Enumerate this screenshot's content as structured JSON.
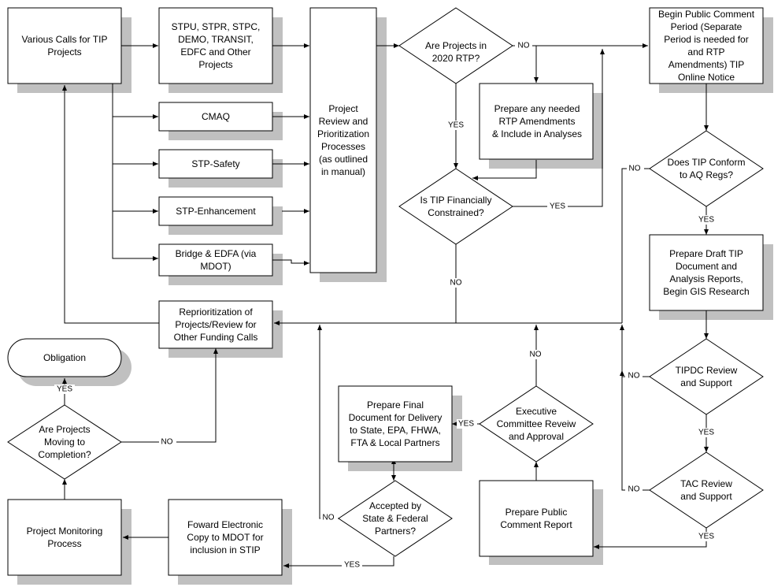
{
  "nodes": {
    "various_calls": {
      "lines": [
        "Various Calls for TIP",
        "Projects"
      ]
    },
    "stpu": {
      "lines": [
        "STPU, STPR, STPC,",
        "DEMO, TRANSIT,",
        "EDFC and Other",
        "Projects"
      ]
    },
    "cmaq": {
      "lines": [
        "CMAQ"
      ]
    },
    "stp_safety": {
      "lines": [
        "STP-Safety"
      ]
    },
    "stp_enhancement": {
      "lines": [
        "STP-Enhancement"
      ]
    },
    "bridge": {
      "lines": [
        "Bridge & EDFA (via",
        "MDOT)"
      ]
    },
    "project_review": {
      "lines": [
        "Project",
        "Review and",
        "Prioritization",
        "Processes",
        "(as outlined",
        "in manual)"
      ]
    },
    "rtp_decision": {
      "lines": [
        "Are Projects in",
        "2020 RTP?"
      ]
    },
    "rtp_amend": {
      "lines": [
        "Prepare any needed",
        "RTP Amendments",
        "& Include in Analyses"
      ]
    },
    "fin_decision": {
      "lines": [
        "Is TIP Financially",
        "Constrained?"
      ]
    },
    "public_comment": {
      "lines": [
        "Begin Public Comment",
        "Period (Separate",
        "Period is needed for",
        "and RTP",
        "Amendments) TIP",
        "Online Notice"
      ]
    },
    "aq_decision": {
      "lines": [
        "Does TIP Conform",
        "to AQ Regs?"
      ]
    },
    "draft_tip": {
      "lines": [
        "Prepare Draft TIP",
        "Document and",
        "Analysis Reports,",
        "Begin GIS Research"
      ]
    },
    "tipdc": {
      "lines": [
        "TIPDC Review",
        "and Support"
      ]
    },
    "tac": {
      "lines": [
        "TAC Review",
        "and Support"
      ]
    },
    "public_report": {
      "lines": [
        "Prepare Public",
        "Comment Report"
      ]
    },
    "exec_committee": {
      "lines": [
        "Executive",
        "Committee Reveiw",
        "and Approval"
      ]
    },
    "final_doc": {
      "lines": [
        "Prepare Final",
        "Document for Delivery",
        "to State, EPA, FHWA,",
        "FTA & Local Partners"
      ]
    },
    "accepted": {
      "lines": [
        "Accepted by",
        "State & Federal",
        "Partners?"
      ]
    },
    "forward": {
      "lines": [
        "Foward Electronic",
        "Copy to MDOT for",
        "inclusion in STIP"
      ]
    },
    "monitoring": {
      "lines": [
        "Project Monitoring",
        "Process"
      ]
    },
    "moving": {
      "lines": [
        "Are Projects",
        "Moving to",
        "Completion?"
      ]
    },
    "obligation": {
      "lines": [
        "Obligation"
      ]
    },
    "reprioritization": {
      "lines": [
        "Reprioritization of",
        "Projects/Review for",
        "Other Funding Calls"
      ]
    }
  },
  "edge_labels": {
    "rtp_no": "NO",
    "rtp_yes": "YES",
    "fin_yes": "YES",
    "fin_no": "NO",
    "aq_no": "NO",
    "aq_yes": "YES",
    "tipdc_no": "NO",
    "tipdc_yes": "YES",
    "tac_no": "NO",
    "tac_yes": "YES",
    "exec_yes": "YES",
    "exec_no": "NO",
    "accepted_no": "NO",
    "accepted_yes": "YES",
    "moving_yes": "YES",
    "moving_no": "NO"
  }
}
